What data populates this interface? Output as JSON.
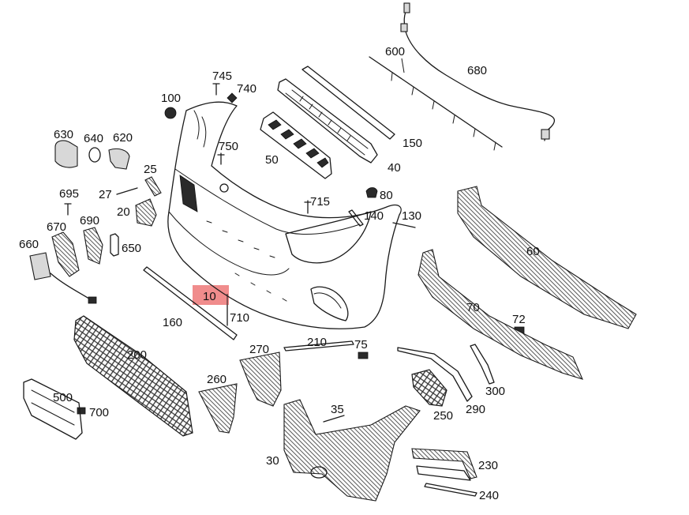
{
  "diagram": {
    "highlight_color": "#f08c8c",
    "highlighted_part": "10",
    "labels": {
      "p600": "600",
      "p680": "680",
      "p745": "745",
      "p740": "740",
      "p100": "100",
      "p750": "750",
      "p630": "630",
      "p640": "640",
      "p620": "620",
      "p25": "25",
      "p50": "50",
      "p150": "150",
      "p40": "40",
      "p715": "715",
      "p80": "80",
      "p695": "695",
      "p27": "27",
      "p20": "20",
      "p140": "140",
      "p130": "130",
      "p670": "670",
      "p690": "690",
      "p650": "650",
      "p660": "660",
      "p60": "60",
      "p10": "10",
      "p710": "710",
      "p160": "160",
      "p70": "70",
      "p72": "72",
      "p270": "270",
      "p210": "210",
      "p75": "75",
      "p200": "200",
      "p260": "260",
      "p300": "300",
      "p500": "500",
      "p700": "700",
      "p35": "35",
      "p250": "250",
      "p290": "290",
      "p30": "30",
      "p230": "230",
      "p240": "240"
    }
  }
}
